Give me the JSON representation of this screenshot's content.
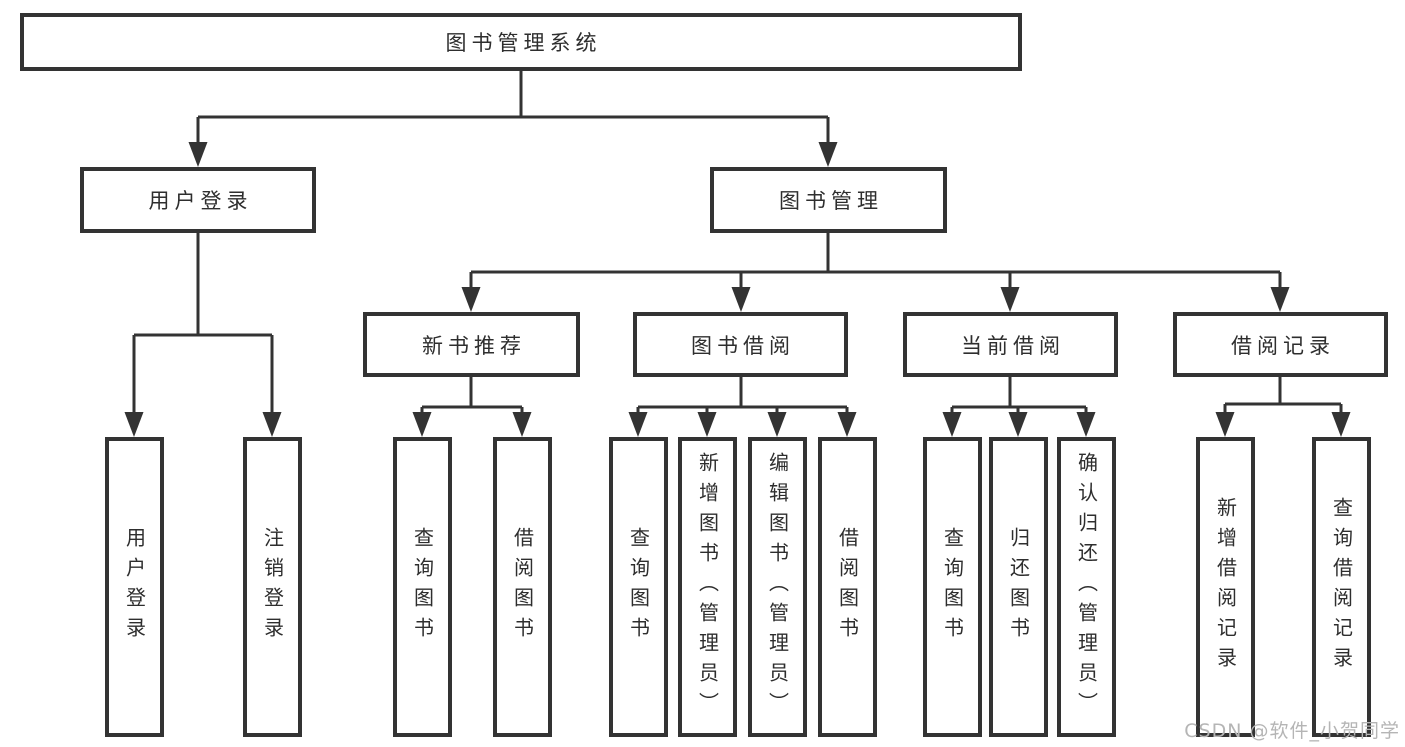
{
  "diagram": {
    "root": {
      "label": "图书管理系统"
    },
    "level2": [
      {
        "label": "用户登录"
      },
      {
        "label": "图书管理"
      }
    ],
    "level3": [
      {
        "label": "新书推荐"
      },
      {
        "label": "图书借阅"
      },
      {
        "label": "当前借阅"
      },
      {
        "label": "借阅记录"
      }
    ],
    "leaves": {
      "user_login": [
        "用户登录",
        "注销登录"
      ],
      "new_book_recommend": [
        "查询图书",
        "借阅图书"
      ],
      "book_borrow": [
        "查询图书",
        "新增图书（管理员）",
        "编辑图书（管理员）",
        "借阅图书"
      ],
      "current_borrow": [
        "查询图书",
        "归还图书",
        "确认归还（管理员）"
      ],
      "borrow_records": [
        "新增借阅记录",
        "查询借阅记录"
      ]
    }
  },
  "watermark": {
    "text": "CSDN @软件_小贺同学",
    "color": "#b5b5b5"
  },
  "colors": {
    "line": "#333333",
    "text": "#2e2e2e",
    "background": "#ffffff"
  }
}
